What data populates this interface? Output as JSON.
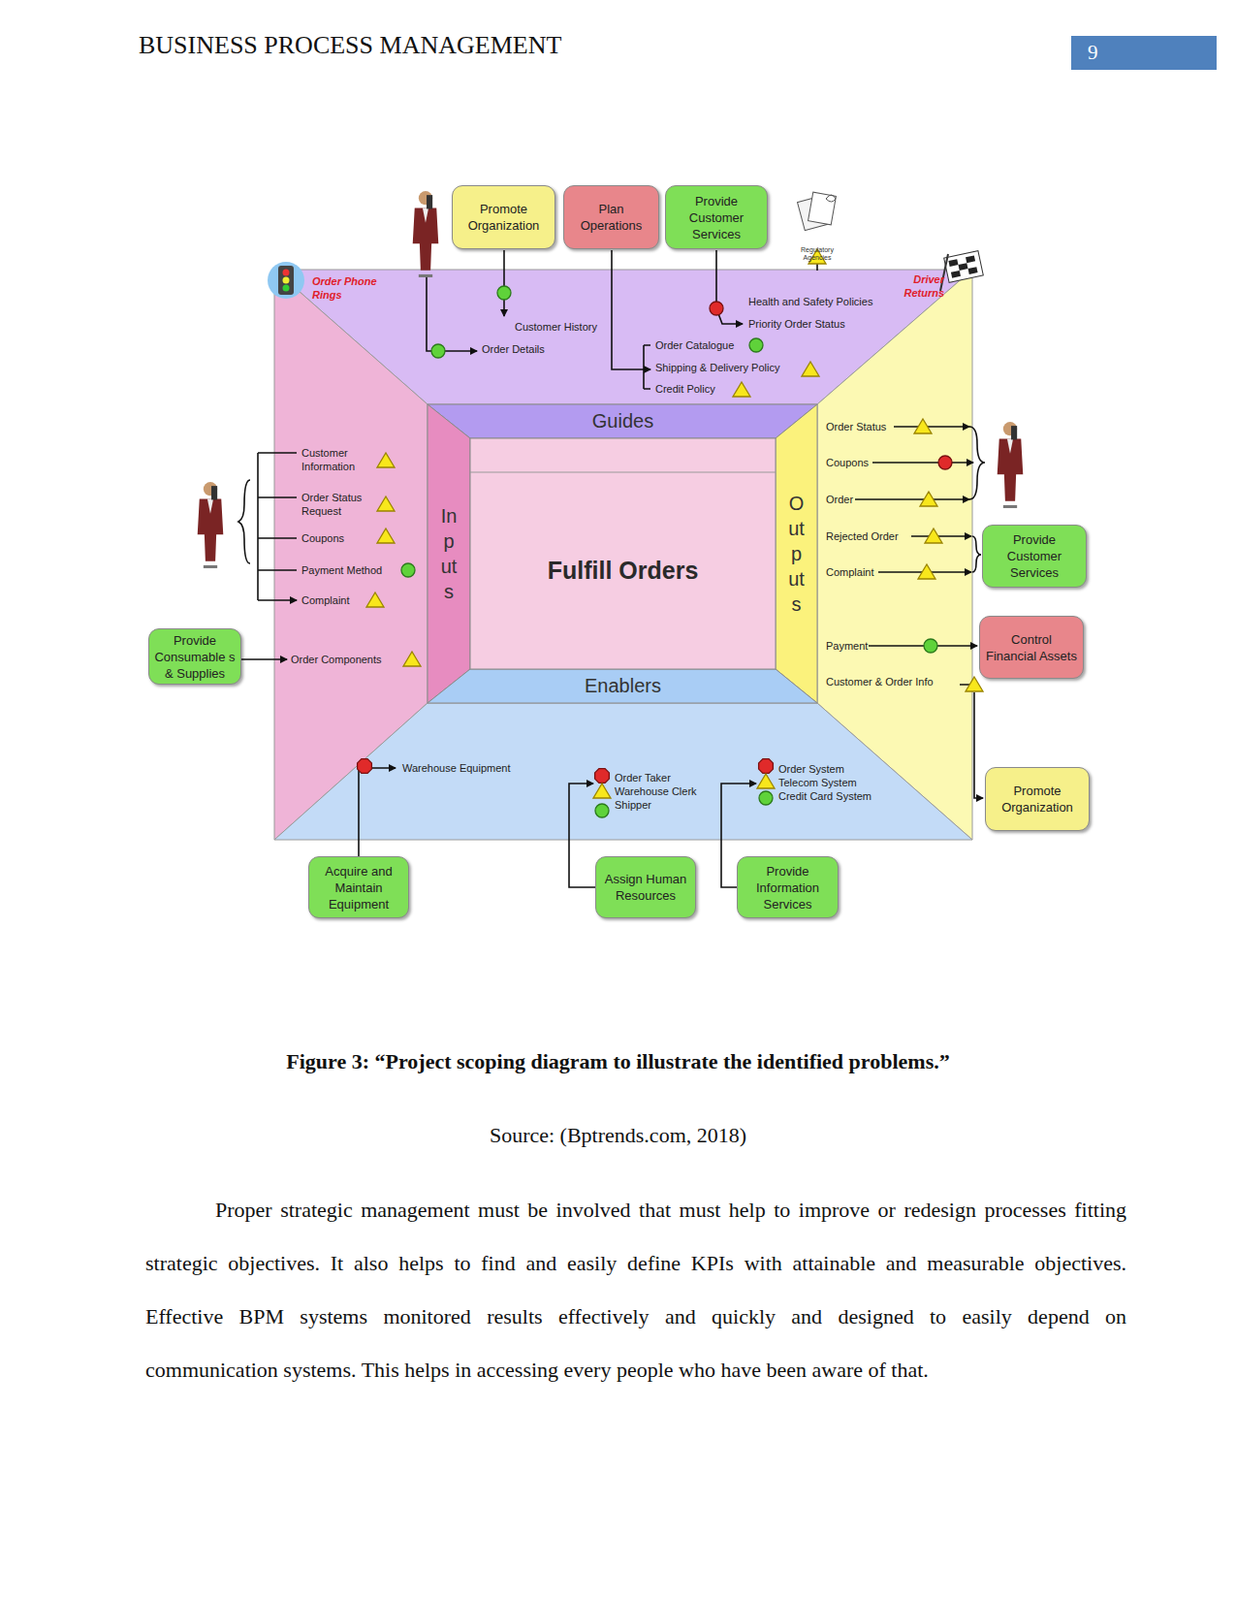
{
  "diagram": {
    "caption": "Figure 3: “Project scoping diagram to illustrate the identified problems.”",
    "nodes": [
      {
        "text": [
          "Promote Organization"
        ]
      },
      {
        "text": [
          "Plan Operations"
        ]
      },
      {
        "text": [
          "Provide Customer Services"
        ]
      },
      {
        "text": [
          "Guides"
        ]
      },
      {
        "text": [
          "Inputs"
        ]
      },
      {
        "text": [
          "Fulfill Orders"
        ]
      },
      {
        "text": [
          "Outputs"
        ]
      },
      {
        "text": [
          "Enablers"
        ]
      },
      {
        "text": [
          "Provide Consumable s & Supplies"
        ]
      },
      {
        "text": [
          "Provide Customer Services"
        ]
      },
      {
        "text": [
          "Control Financial Assets"
        ]
      },
      {
        "text": [
          "Promote Organization"
        ]
      },
      {
        "text": [
          "Acquire and Maintain Equipment"
        ]
      },
      {
        "text": [
          "Assign Human Resources"
        ]
      },
      {
        "text": [
          "Provide Information Services"
        ]
      },
      {
        "text": [
          "9"
        ]
      }
    ],
    "labels": [
      "BUSINESS PROCESS MANAGEMENT",
      "Order Phone Rings",
      "Driver Returns",
      "Customer History",
      "Order Details",
      "Health and Safety Policies",
      "Priority Order Status",
      "Regulatory Agencies",
      "Order Catalogue",
      "Shipping & Delivery Policy",
      "Credit Policy",
      "Customer Information",
      "Order Status Request",
      "Coupons",
      "Payment Method",
      "Complaint",
      "Order Components",
      "Order Status",
      "Coupons",
      "Order",
      "Rejected Order",
      "Complaint",
      "Payment",
      "Customer & Order Info",
      "Warehouse Equipment",
      "Order Taker",
      "Warehouse Clerk",
      "Shipper",
      "Order System",
      "Telecom System",
      "Credit Card System",
      "Source: (Bptrends.com, 2018)",
      "Proper strategic management must be involved that must help to improve or redesign processes fitting strategic objectives. It also helps to find and easily define KPIs with attainable and measurable objectives. Effective BPM systems monitored results effectively and quickly and designed to easily depend on communication systems. This helps in accessing every people who have been aware of that."
    ]
  }
}
